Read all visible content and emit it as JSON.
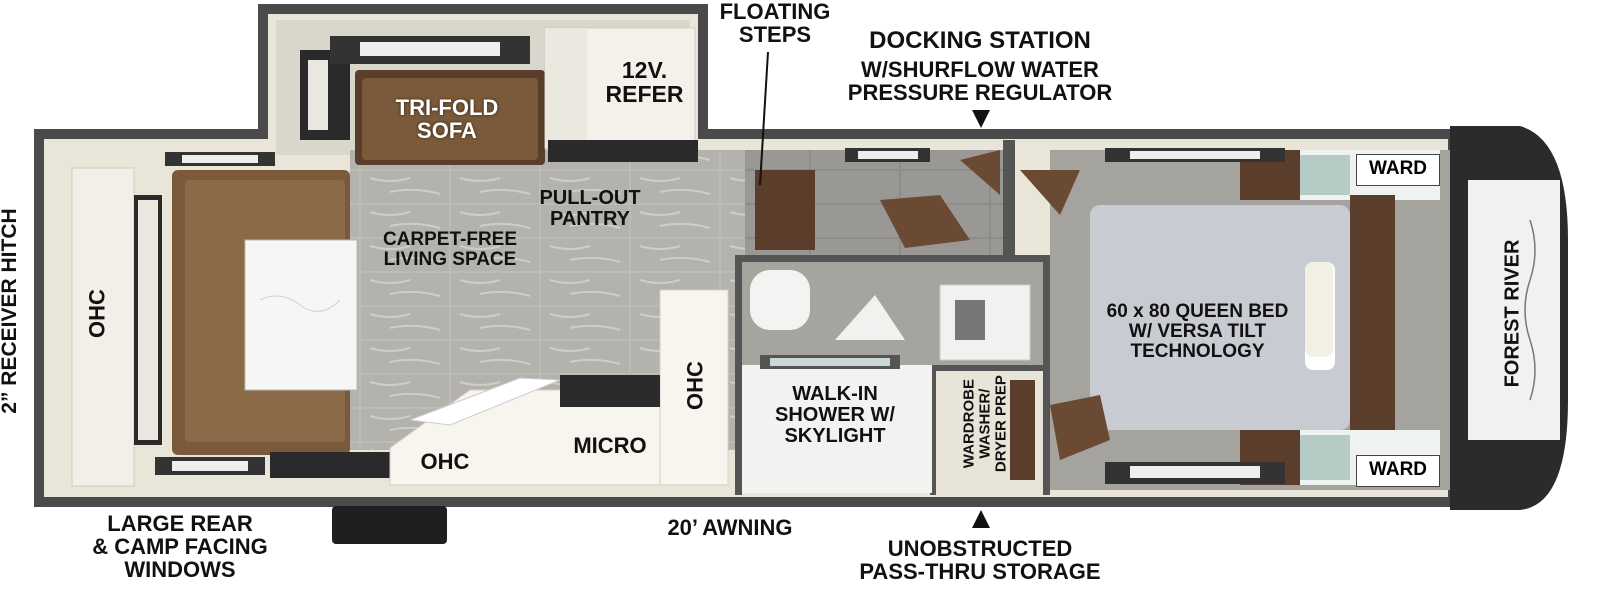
{
  "labels": {
    "floating_steps": "FLOATING\nSTEPS",
    "docking_station_title": "DOCKING STATION",
    "docking_station_sub": "W/SHURFLOW WATER\nPRESSURE REGULATOR",
    "tri_fold_sofa": "TRI-FOLD\nSOFA",
    "refer": "12V.\nREFER",
    "pull_out_pantry": "PULL-OUT\nPANTRY",
    "carpet_free": "CARPET-FREE\nLIVING SPACE",
    "ohc_rear": "OHC",
    "ohc_kitchen_vertical": "OHC",
    "ohc_kitchen_bottom": "OHC",
    "micro": "MICRO",
    "walk_in_shower": "WALK-IN\nSHOWER W/\nSKYLIGHT",
    "wardrobe_washer": "WARDROBE\nWASHER/\nDRYER PREP",
    "queen_bed": "60 x 80 QUEEN BED\nW/ VERSA TILT\nTECHNOLOGY",
    "ward_top": "WARD",
    "ward_bottom": "WARD",
    "receiver_hitch": "2” RECEIVER HITCH",
    "brand": "FOREST RIVER",
    "large_rear_windows": "LARGE REAR\n& CAMP FACING\nWINDOWS",
    "awning": "20’ AWNING",
    "pass_thru_storage": "UNOBSTRUCTED\nPASS-THRU STORAGE"
  },
  "colors": {
    "wall_outer": "#4a4a4a",
    "wall_inner": "#e9e5d8",
    "floor_tile": "#b9b7b2",
    "sofa_brown": "#7a5a3a",
    "wood_dark": "#5a3e2b",
    "counter_white": "#f7f5ee",
    "bed_gray": "#c9cbd2",
    "front_cap": "#2b2b2b"
  }
}
